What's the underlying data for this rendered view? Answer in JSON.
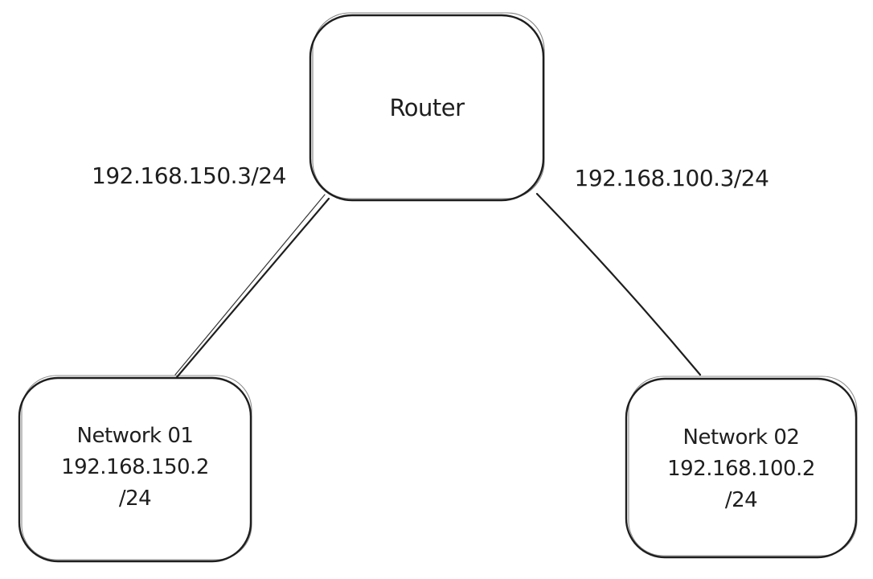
{
  "canvas": {
    "background": "#ffffff",
    "stroke_color": "#1e1e1e"
  },
  "nodes": {
    "router": {
      "label": "Router"
    },
    "network01": {
      "lines": [
        "Network 01",
        "192.168.150.2",
        "/24"
      ]
    },
    "network02": {
      "lines": [
        "Network 02",
        "192.168.100.2",
        "/24"
      ]
    }
  },
  "edges": {
    "left": {
      "from": "Router",
      "to": "Network 01",
      "label": "192.168.150.3/24"
    },
    "right": {
      "from": "Router",
      "to": "Network 02",
      "label": "192.168.100.3/24"
    }
  }
}
